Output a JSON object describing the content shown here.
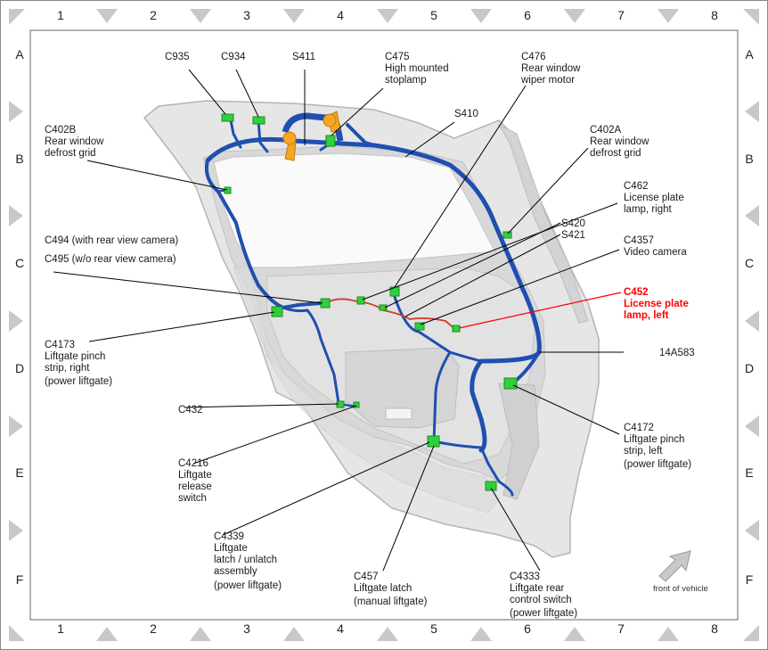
{
  "grid": {
    "columns": [
      "1",
      "2",
      "3",
      "4",
      "5",
      "6",
      "7",
      "8"
    ],
    "rows": [
      "A",
      "B",
      "C",
      "D",
      "E",
      "F"
    ]
  },
  "colors": {
    "harness": "#1f4fb0",
    "connector": "#2fd13a",
    "highlight": "#ff0000",
    "panel": "#e6e6e6"
  },
  "labels": {
    "c935": "C935",
    "c934": "C934",
    "s411": "S411",
    "c475": [
      "C475",
      "High mounted",
      "stoplamp"
    ],
    "c476": [
      "C476",
      "Rear window",
      "wiper motor"
    ],
    "s410": "S410",
    "c402b": [
      "C402B",
      "Rear window",
      "defrost grid"
    ],
    "c402a": [
      "C402A",
      "Rear window",
      "defrost grid"
    ],
    "c462": [
      "C462",
      "License plate",
      "lamp, right"
    ],
    "s420": "S420",
    "s421": "S421",
    "c4357": [
      "C4357",
      "Video camera"
    ],
    "c494": "C494  (with rear view camera)",
    "c495": "C495  (w/o rear view camera)",
    "c452": [
      "C452",
      "License plate",
      "lamp, left"
    ],
    "c4173": [
      "C4173",
      "Liftgate pinch",
      "strip, right",
      "(power liftgate)"
    ],
    "h14a583": "14A583",
    "c432": "C432",
    "c4172": [
      "C4172",
      "Liftgate pinch",
      "strip, left",
      "(power liftgate)"
    ],
    "c4216": [
      "C4216",
      "Liftgate",
      "release",
      "switch"
    ],
    "c4339": [
      "C4339",
      "Liftgate",
      "latch / unlatch",
      "assembly",
      "(power liftgate)"
    ],
    "c457": [
      "C457",
      "Liftgate latch",
      "(manual liftgate)"
    ],
    "c4333": [
      "C4333",
      "Liftgate rear",
      "control switch",
      "(power liftgate)"
    ],
    "front": "front of vehicle"
  }
}
